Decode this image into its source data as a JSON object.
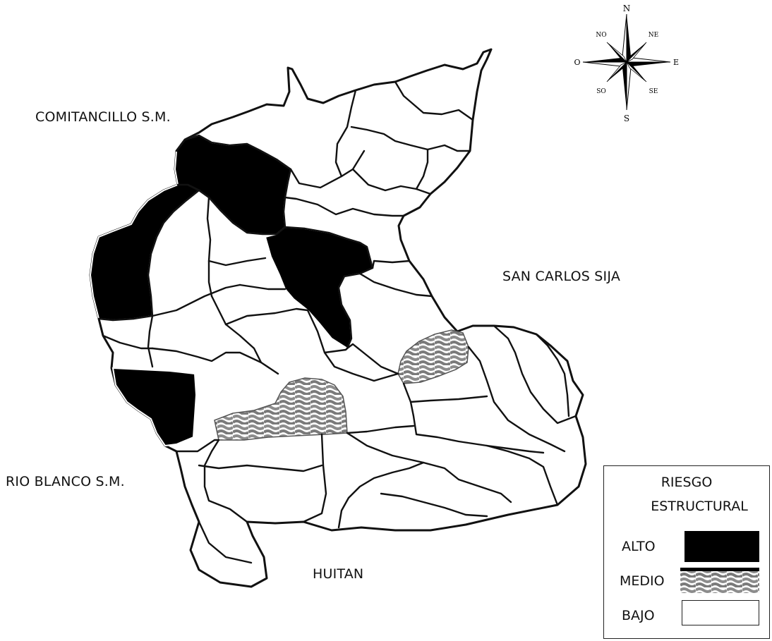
{
  "map": {
    "place_labels": {
      "north_west": "COMITANCILLO S.M.",
      "east": "SAN CARLOS SIJA",
      "south_west": "RIO BLANCO S.M.",
      "south": "HUITAN"
    },
    "compass": {
      "north": "N",
      "north_east": "NE",
      "east": "E",
      "south_east": "SE",
      "south": "S",
      "south_west": "SO",
      "west": "O",
      "north_west": "NO"
    },
    "legend": {
      "title_line1": "RIESGO",
      "title_line2": "ESTRUCTURAL",
      "items": [
        {
          "label": "ALTO",
          "fill": "#000000"
        },
        {
          "label": "MEDIO",
          "fill": "#8c8c8c"
        },
        {
          "label": "BAJO",
          "fill": "#ffffff"
        }
      ]
    },
    "colors": {
      "high_risk": "#000000",
      "medium_risk": "#8c8c8c",
      "low_risk": "#ffffff",
      "boundary": "#111111"
    }
  }
}
